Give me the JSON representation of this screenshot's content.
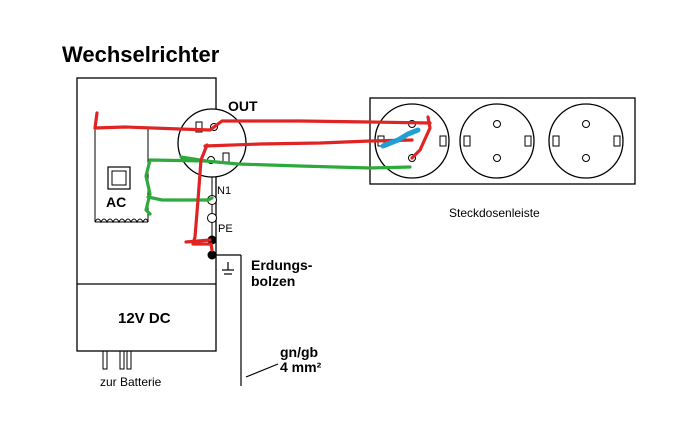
{
  "title": "Wechselrichter",
  "labels": {
    "out": "OUT",
    "ac": "AC",
    "n1": "N1",
    "pe": "PE",
    "dc": "12V DC",
    "battery": "zur Batterie",
    "earth_bolt_line1": "Erdungs-",
    "earth_bolt_line2": "bolzen",
    "cable_line1": "gn/gb",
    "cable_line2": "4 mm²",
    "power_strip": "Steckdosenleiste"
  },
  "colors": {
    "outline": "#000000",
    "live_wire": "#e02424",
    "neutral_wire": "#2eaa3c",
    "blue_bridge": "#1f9fd8"
  }
}
